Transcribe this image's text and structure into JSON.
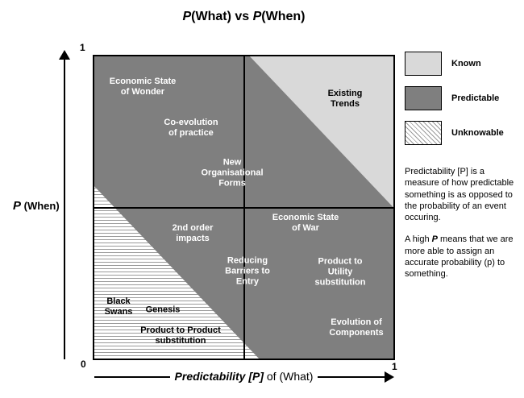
{
  "title": {
    "p1": "P",
    "t1": "(What) vs ",
    "p2": "P",
    "t2": "(When)"
  },
  "y_axis": {
    "label_p": "P",
    "label_rest": " (When)",
    "top_tick": "1",
    "bottom_tick": "0"
  },
  "x_axis": {
    "label_bold": "Predictability [P]",
    "label_rest": " of (What)",
    "right_tick": "1"
  },
  "plot": {
    "labels": [
      {
        "text": "Economic State\nof Wonder",
        "color": "white"
      },
      {
        "text": "Co-evolution\nof practice",
        "color": "white"
      },
      {
        "text": "New\nOrganisational\nForms",
        "color": "white"
      },
      {
        "text": "Existing Trends",
        "color": "black"
      },
      {
        "text": "2nd order\nimpacts",
        "color": "white"
      },
      {
        "text": "Economic State\nof War",
        "color": "white"
      },
      {
        "text": "Reducing\nBarriers to\nEntry",
        "color": "white"
      },
      {
        "text": "Product to Utility\nsubstitution",
        "color": "white"
      },
      {
        "text": "Black\nSwans",
        "color": "black"
      },
      {
        "text": "Genesis",
        "color": "black"
      },
      {
        "text": "Product to Product\nsubstitution",
        "color": "black"
      },
      {
        "text": "Evolution of\nComponents",
        "color": "white"
      }
    ]
  },
  "legend": {
    "items": [
      {
        "label": "Known"
      },
      {
        "label": "Predictable"
      },
      {
        "label": "Unknowable"
      }
    ]
  },
  "side_text": {
    "p1": "Predictability [P] is a measure of how predictable something is as opposed to the probability of an event occuring.",
    "p2a": "A high ",
    "p2b": "P",
    "p2c": " means that we are more able to assign an accurate probability (p) to something."
  },
  "colors": {
    "known": "#d9d9d9",
    "predictable": "#7f7f7f",
    "hatch_line": "#9a9a9a",
    "axis": "#000000"
  }
}
